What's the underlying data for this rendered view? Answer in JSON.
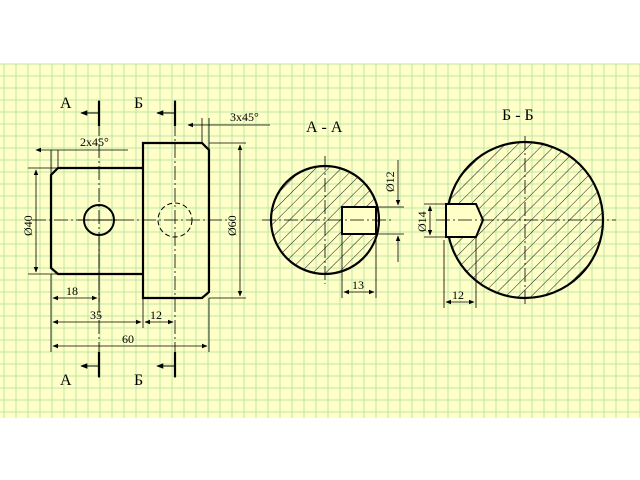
{
  "colors": {
    "paper": "#ffffc8",
    "grid": "#bfe6a8",
    "ink": "#000000"
  },
  "cut_marks": {
    "a": "А",
    "b": "Б"
  },
  "section_titles": {
    "aa": "А - А",
    "bb": "Б - Б"
  },
  "dimensions": {
    "chamfer_left": "2x45°",
    "chamfer_right": "3x45°",
    "dia_small": "Ø40",
    "dia_large": "Ø60",
    "len_hole": "18",
    "len_shoulder": "35",
    "len_hole2": "12",
    "len_total": "60",
    "aa_hole": "Ø12",
    "aa_depth": "13",
    "bb_hole": "Ø14",
    "bb_depth": "12"
  }
}
